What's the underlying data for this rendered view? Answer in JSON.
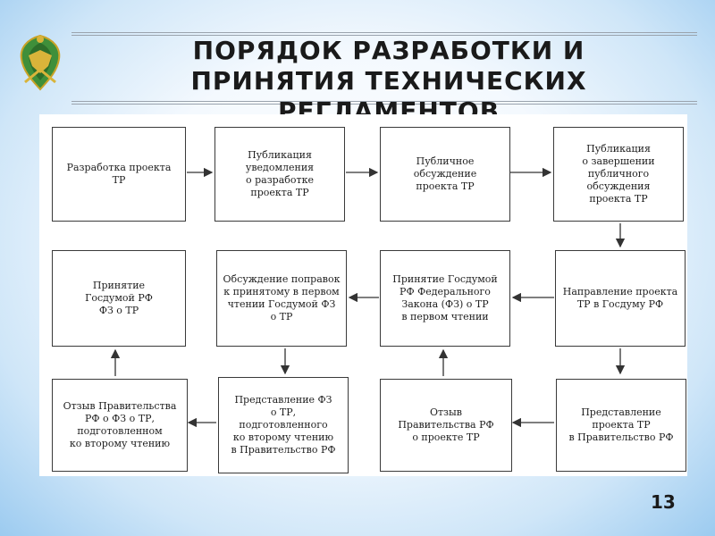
{
  "header": {
    "title_lines": [
      "ПОРЯДОК РАЗРАБОТКИ И",
      "ПРИНЯТИЯ ТЕХНИЧЕСКИХ",
      "РЕГЛАМЕНТОВ"
    ],
    "emblem_icon": "coat-of-arms-icon"
  },
  "flow": {
    "row1": [
      {
        "lines": [
          "Разработка проекта",
          "ТР"
        ]
      },
      {
        "lines": [
          "Публикация",
          "уведомления",
          "о разработке",
          "проекта ТР"
        ]
      },
      {
        "lines": [
          "Публичное",
          "обсуждение",
          "проекта ТР"
        ]
      },
      {
        "lines": [
          "Публикация",
          "о завершении",
          "публичного",
          "обсуждения",
          "проекта ТР"
        ]
      }
    ],
    "row2": [
      {
        "lines": [
          "Принятие",
          "Госдумой РФ",
          "ФЗ о ТР"
        ]
      },
      {
        "lines": [
          "Обсуждение поправок",
          "к принятому в первом",
          "чтении Госдумой ФЗ",
          "о ТР"
        ]
      },
      {
        "lines": [
          "Принятие Госдумой",
          "РФ Федерального",
          "Закона (ФЗ) о ТР",
          "в первом чтении"
        ]
      },
      {
        "lines": [
          "Направление проекта",
          "ТР в Госдуму РФ"
        ]
      }
    ],
    "row3": [
      {
        "lines": [
          "Отзыв Правительства",
          "РФ о ФЗ о ТР,",
          "подготовленном",
          "ко второму чтению"
        ]
      },
      {
        "lines": [
          "Представление ФЗ",
          "о ТР,",
          "подготовленного",
          "ко второму чтению",
          "в Правительство РФ"
        ]
      },
      {
        "lines": [
          "Отзыв",
          "Правительства РФ",
          "о проекте ТР"
        ]
      },
      {
        "lines": [
          "Представление",
          "проекта ТР",
          "в Правительство РФ"
        ]
      }
    ]
  },
  "page_number": "13"
}
